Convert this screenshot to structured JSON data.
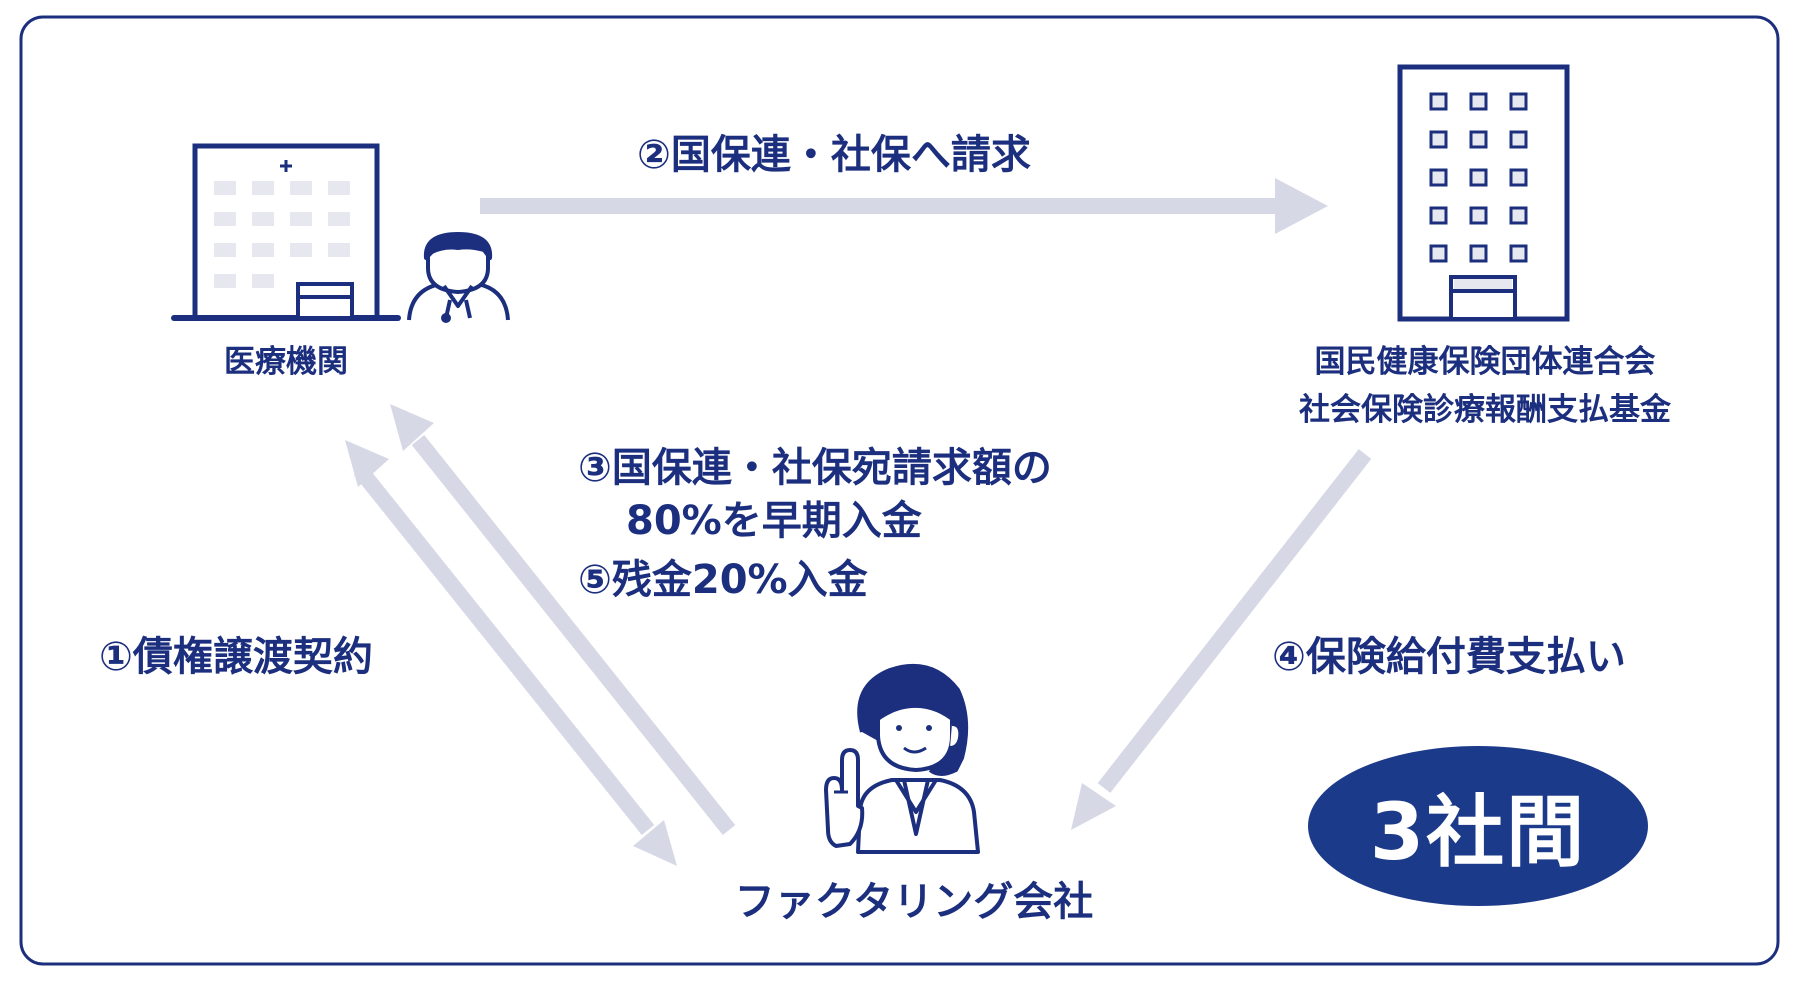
{
  "colors": {
    "navy": "#1c2f7e",
    "arrow": "#d7d8e5",
    "window": "#e6e7ef",
    "badge_bg": "#1c3a8a",
    "badge_text": "#ffffff"
  },
  "nodes": {
    "medical": {
      "label": "医療機関",
      "icons": [
        "hospital-building-icon",
        "doctor-icon"
      ]
    },
    "national": {
      "line1": "国民健康保険団体連合会",
      "line2": "社会保険診療報酬支払基金",
      "icon": "office-building-icon"
    },
    "factoring": {
      "label": "ファクタリング会社",
      "icon": "businesswoman-icon"
    }
  },
  "edges": {
    "step1": "①債権譲渡契約",
    "step2": "②国保連・社保へ請求",
    "step3_line1": "③国保連・社保宛請求額の",
    "step3_line2": "80%を早期入金",
    "step5": "⑤残金20%入金",
    "step4": "④保険給付費支払い"
  },
  "badge": {
    "text": "3社間"
  }
}
